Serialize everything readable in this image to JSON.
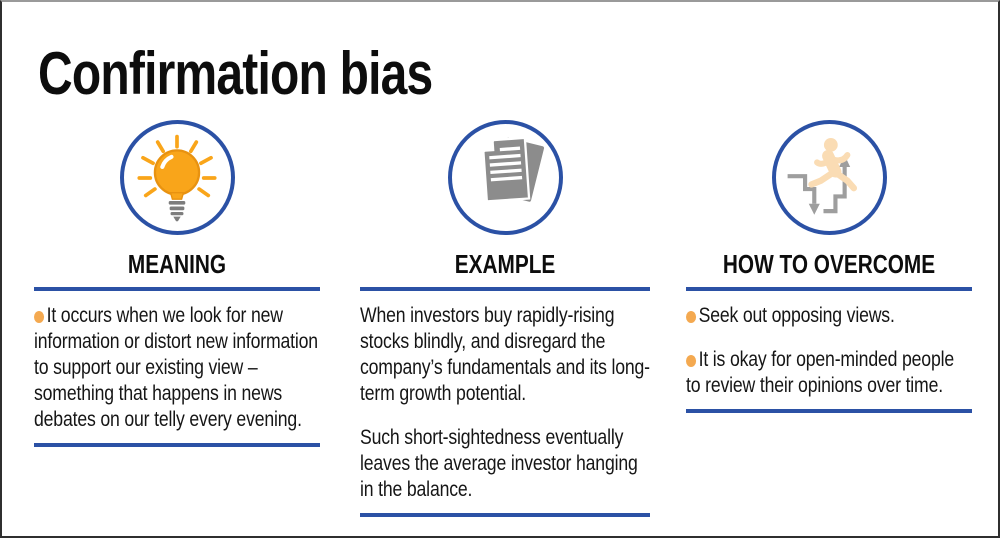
{
  "page": {
    "title": "Confirmation bias"
  },
  "colors": {
    "accent_blue": "#2B51A5",
    "bullet_orange": "#F4A950",
    "bulb_yellow": "#F9A51A",
    "bulb_base_gray": "#7d7d7d",
    "document_gray": "#8C8C8C",
    "runner_peach": "#FADCB4",
    "arrow_gray": "#9E9E9E",
    "text_black": "#141414"
  },
  "columns": [
    {
      "heading": "MEANING",
      "icon": "lightbulb-icon",
      "bullets": [
        "It occurs when we look for new information or distort new information to support our existing view – something that happens in news debates on our telly every evening."
      ]
    },
    {
      "heading": "EXAMPLE",
      "icon": "documents-icon",
      "paragraphs": [
        "When investors buy rapidly-rising stocks blindly, and disregard the company’s fundamentals and its long-term growth potential.",
        "Such short-sightedness eventually leaves the average investor hanging in the balance."
      ]
    },
    {
      "heading": "HOW TO OVERCOME",
      "icon": "hurdle-arrows-runner-icon",
      "bullets": [
        "Seek out opposing views.",
        "It is okay for open-minded people to review their opinions over time."
      ]
    }
  ]
}
